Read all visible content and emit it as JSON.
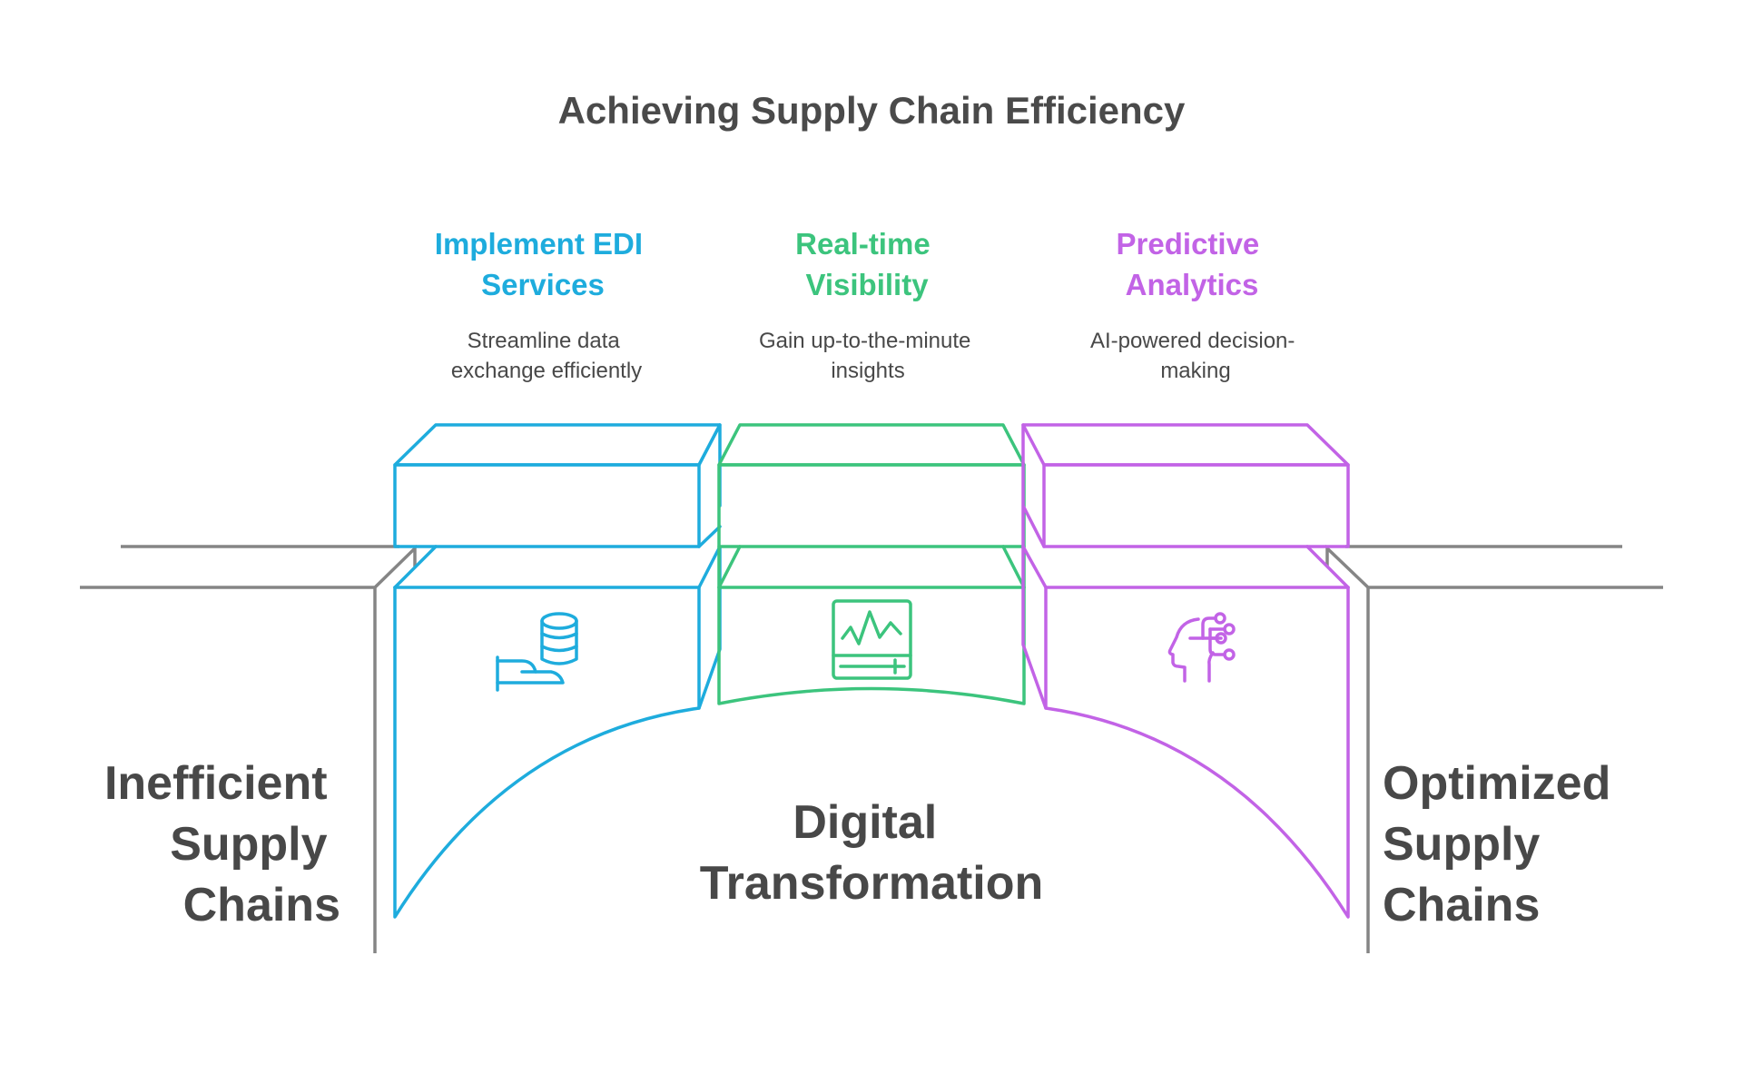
{
  "title": "Achieving Supply Chain Efficiency",
  "colors": {
    "text": "#484848",
    "ground": "#858585",
    "blue": "#1EACDD",
    "green": "#3CC47D",
    "purple": "#C263E6"
  },
  "left_label": {
    "lines": [
      "Inefficient",
      "Supply",
      "Chains"
    ]
  },
  "right_label": {
    "lines": [
      "Optimized",
      "Supply",
      "Chains"
    ]
  },
  "center_label": {
    "lines": [
      "Digital",
      "Transformation"
    ]
  },
  "blocks": [
    {
      "id": "edi",
      "color_key": "blue",
      "heading": [
        "Implement EDI",
        "Services"
      ],
      "description": [
        "Streamline data",
        "exchange efficiently"
      ],
      "icon": "hand-database-icon"
    },
    {
      "id": "visibility",
      "color_key": "green",
      "heading": [
        "Real-time",
        "Visibility"
      ],
      "description": [
        "Gain up-to-the-minute",
        "insights"
      ],
      "icon": "monitor-waveform-icon"
    },
    {
      "id": "analytics",
      "color_key": "purple",
      "heading": [
        "Predictive",
        "Analytics"
      ],
      "description": [
        "AI-powered decision-",
        "making"
      ],
      "icon": "ai-head-circuit-icon"
    }
  ]
}
